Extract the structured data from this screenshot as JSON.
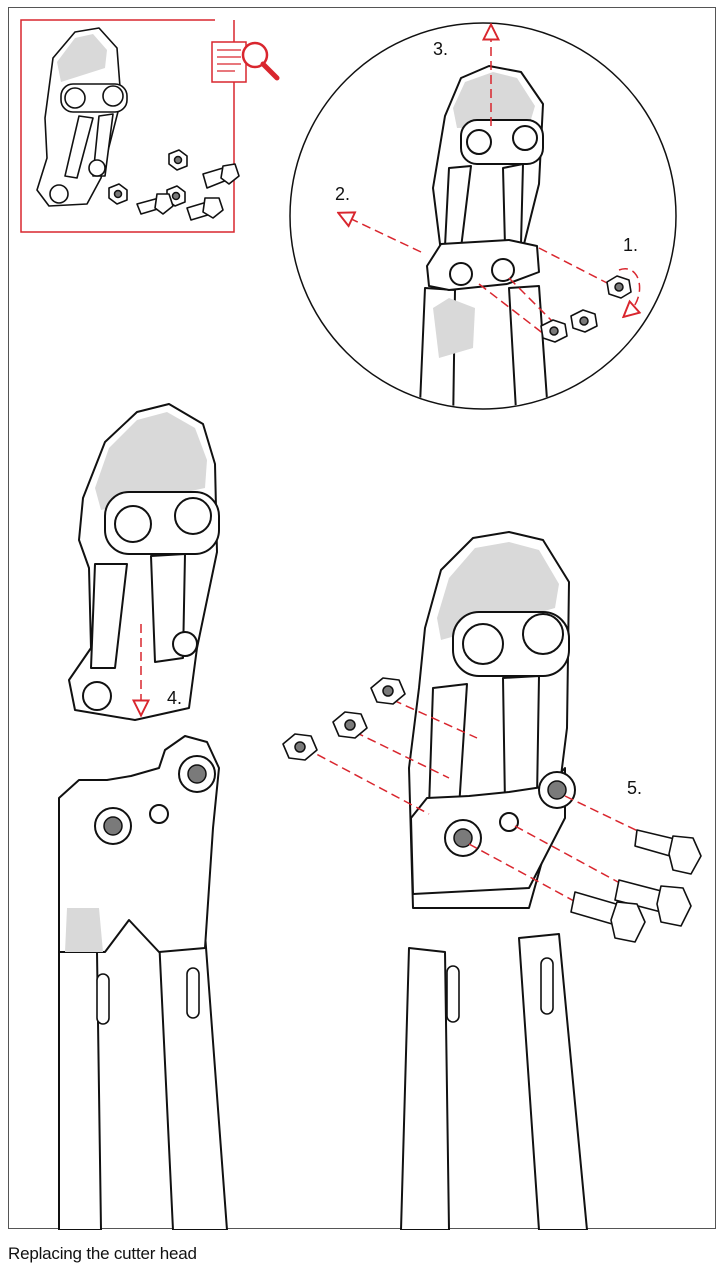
{
  "caption": "Replacing the cutter head",
  "steps": {
    "s1": "1.",
    "s2": "2.",
    "s3": "3.",
    "s4": "4.",
    "s5": "5."
  },
  "icons": {
    "detail_view": "magnifier-document-icon"
  },
  "colors": {
    "accent_red": "#d9262e",
    "line": "#111111",
    "shade": "#d9d9d9"
  }
}
